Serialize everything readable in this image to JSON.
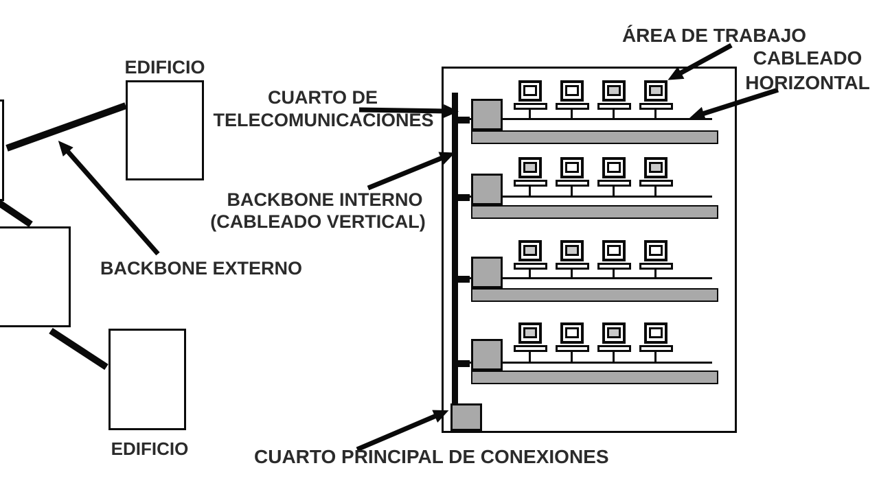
{
  "labels": {
    "edificio_top": "EDIFICIO",
    "edificio_bottom": "EDIFICIO",
    "cuarto_telecom_line1": "CUARTO DE",
    "cuarto_telecom_line2": "TELECOMUNICACIONES",
    "backbone_interno_line1": "BACKBONE INTERNO",
    "backbone_interno_line2": "(CABLEADO VERTICAL)",
    "backbone_externo": "BACKBONE EXTERNO",
    "area_trabajo": "ÁREA DE TRABAJO",
    "cableado_horizontal_line1": "CABLEADO",
    "cableado_horizontal_line2": "HORIZONTAL",
    "cuarto_principal": "CUARTO PRINCIPAL DE CONEXIONES"
  },
  "colors": {
    "ink": "#0a0a0a",
    "text": "#2b2b2b",
    "room_gray": "#a9a9a9",
    "background": "#ffffff"
  },
  "building": {
    "floors": 4,
    "computers_per_floor": 4
  }
}
